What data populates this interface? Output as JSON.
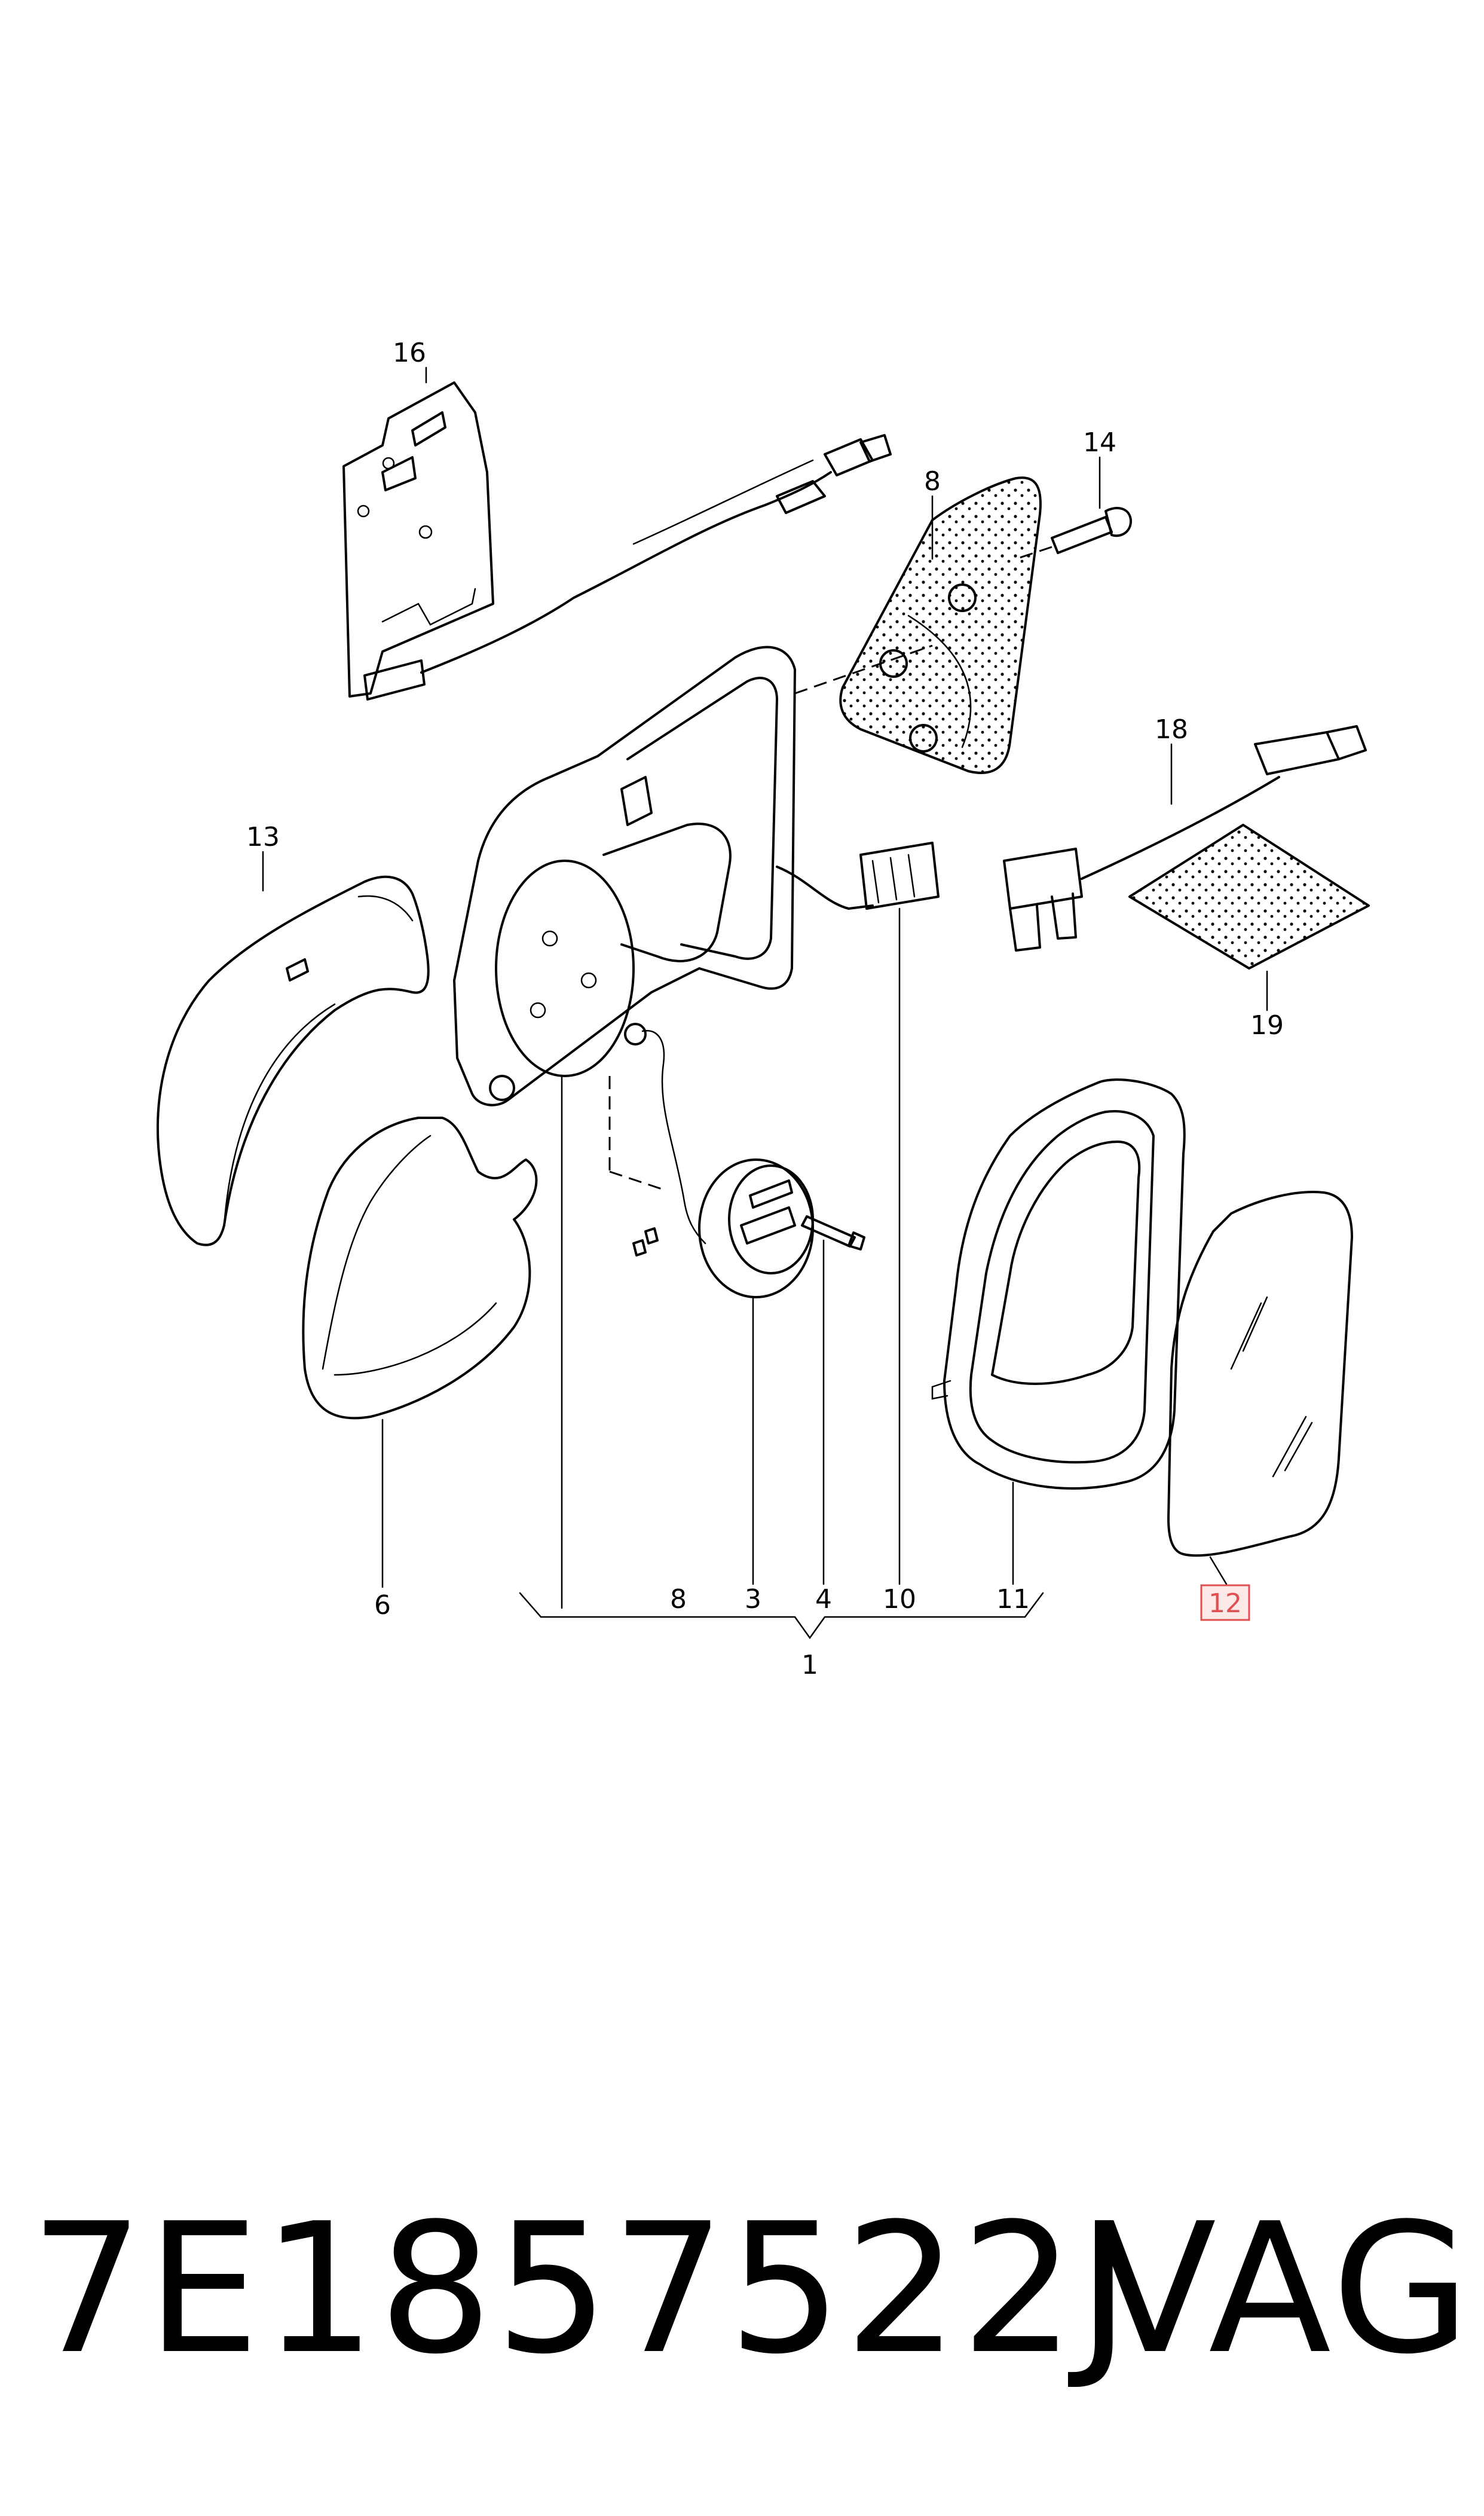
{
  "callouts": {
    "c16": "16",
    "c14": "14",
    "c8_top": "8",
    "c18": "18",
    "c13": "13",
    "c19": "19",
    "c6": "6",
    "c8": "8",
    "c3": "3",
    "c4": "4",
    "c10": "10",
    "c11": "11",
    "c12": "12",
    "c1": "1"
  },
  "highlight_color": "#e05050",
  "caption": {
    "part_number": "7E1857522J",
    "brand": "VAG"
  }
}
